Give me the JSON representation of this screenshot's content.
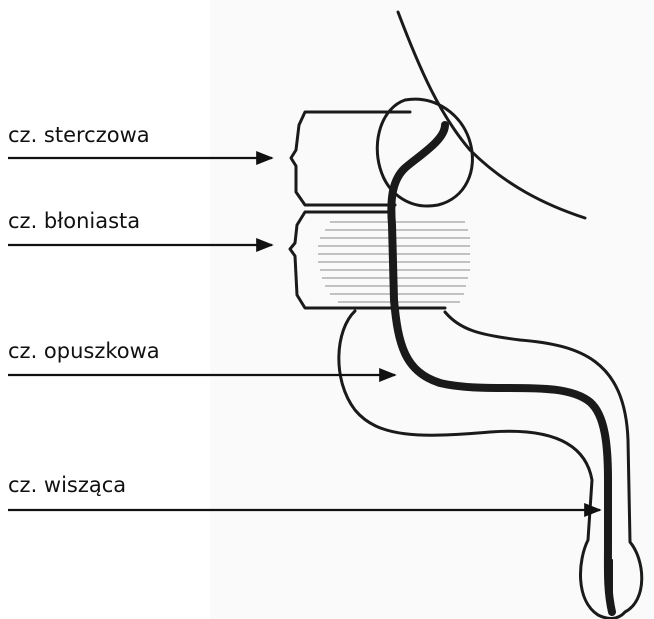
{
  "labels": {
    "prostatic": "cz. sterczowa",
    "membranous": "cz. błoniasta",
    "bulbar": "cz. opuszkowa",
    "pendulous": "cz. wisząca"
  },
  "colors": {
    "line": "#1a1a1a",
    "hatch": "#b0b0b0",
    "background": "#ffffff",
    "page_tint": "#fafafa"
  }
}
